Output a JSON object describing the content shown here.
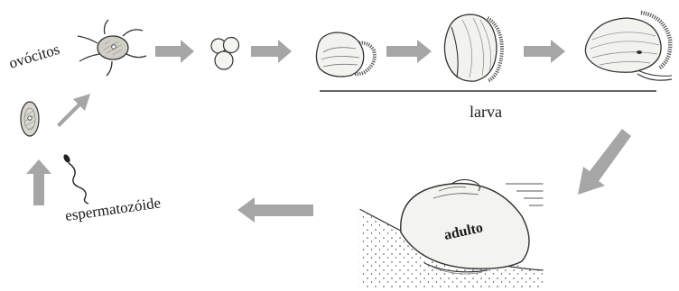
{
  "labels": {
    "oocytes": "ovócitos",
    "larva": "larva",
    "sperm": "espermatozóide",
    "adult": "adulto"
  },
  "colors": {
    "arrow": "#a6a6a6",
    "ink": "#1a1a1a",
    "shell_fill": "#f2f2ef",
    "shell_line": "#555555"
  }
}
